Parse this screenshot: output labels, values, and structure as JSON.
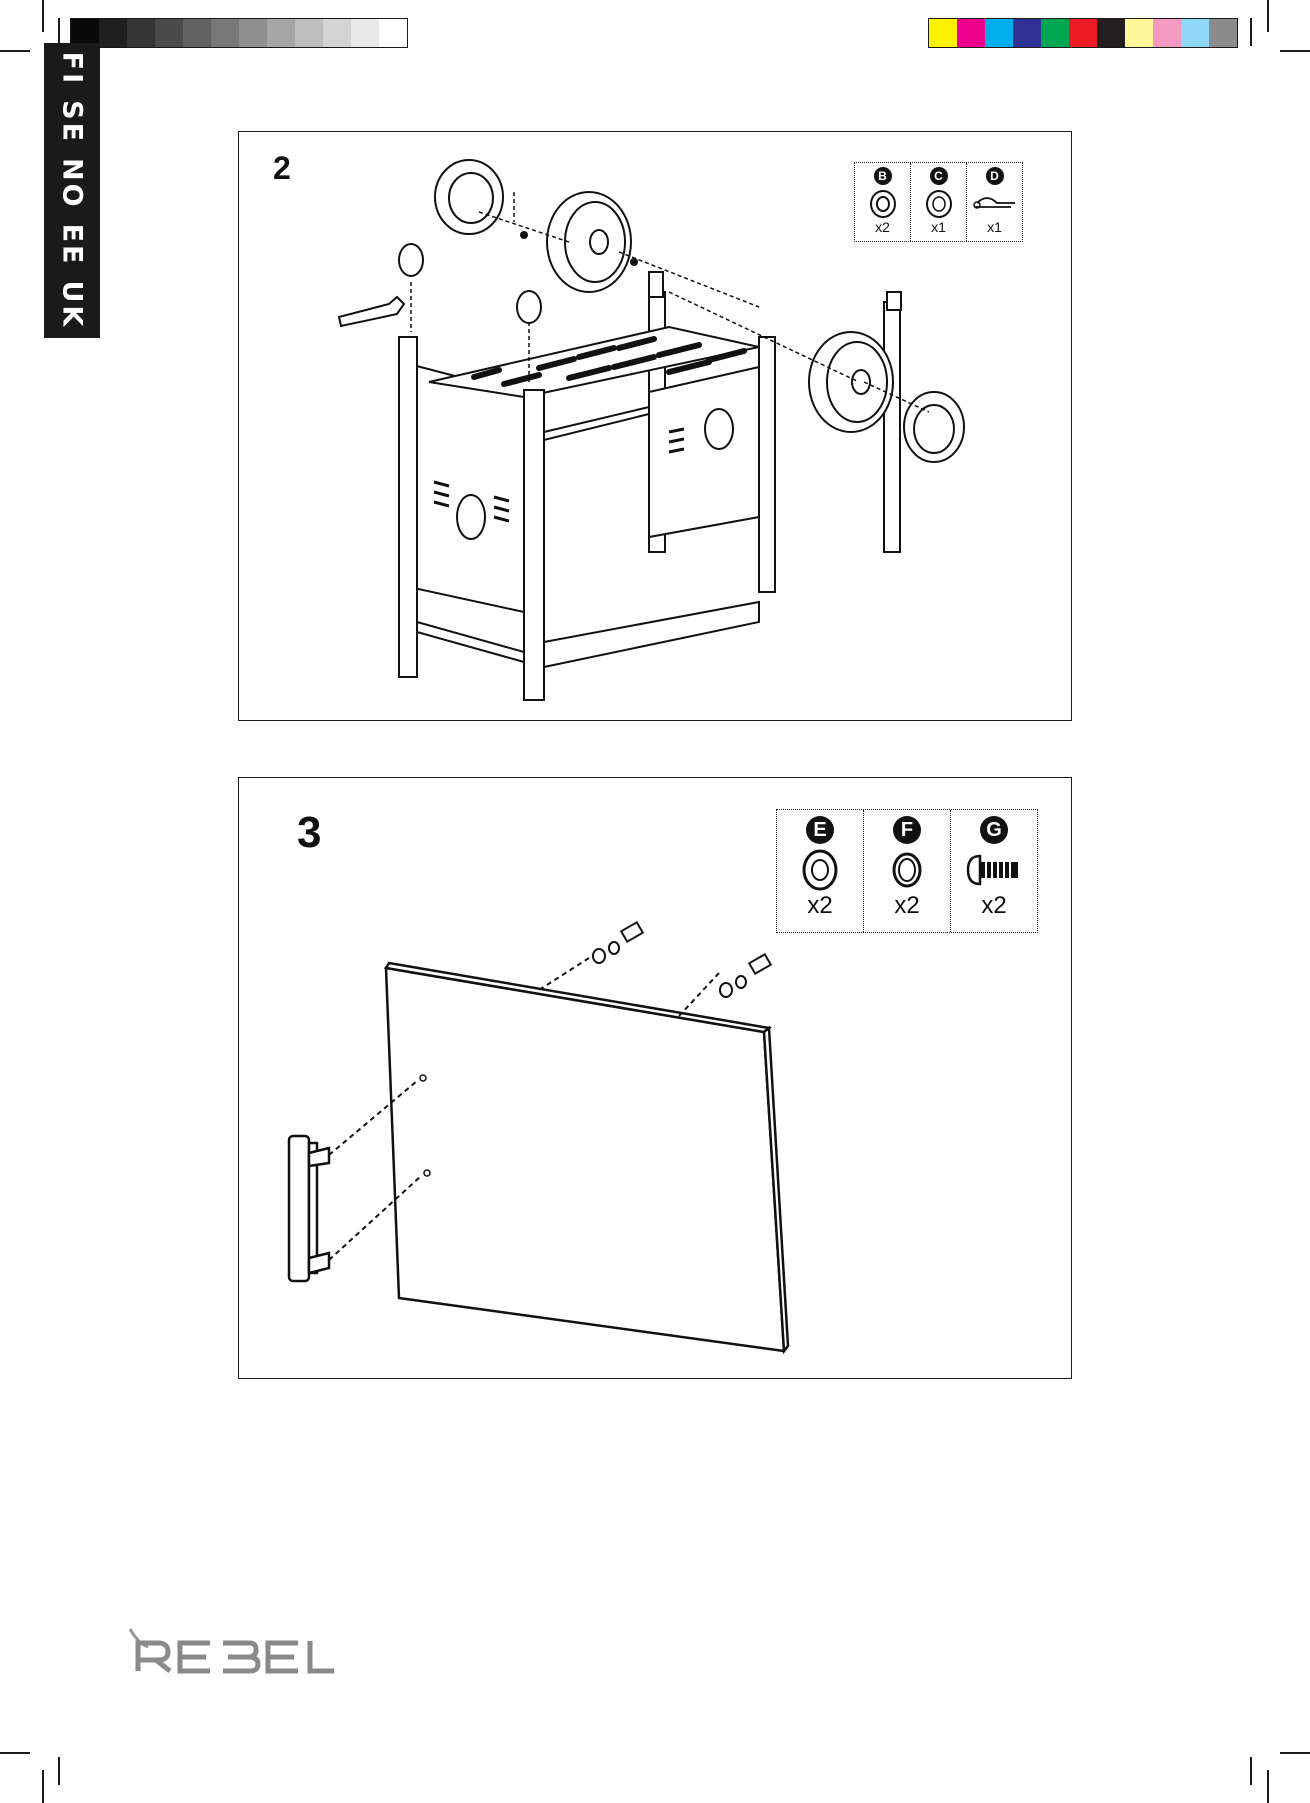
{
  "language_tab": {
    "codes": [
      "FI",
      "SE",
      "NO",
      "EE",
      "UK"
    ]
  },
  "color_bar": {
    "grays": [
      "#0a0a0a",
      "#1f1f1f",
      "#353535",
      "#4b4b4b",
      "#626262",
      "#787878",
      "#8f8f8f",
      "#a6a6a6",
      "#bdbdbd",
      "#d4d4d4",
      "#eaeaea",
      "#ffffff"
    ],
    "process": [
      "#fff200",
      "#ec008c",
      "#00aeef",
      "#2e3192",
      "#00a651",
      "#ed1c24",
      "#231f20",
      "#fff799",
      "#f49ac1",
      "#8fd8f8",
      "#8c8c8c"
    ]
  },
  "steps": [
    {
      "number": "2",
      "parts": [
        {
          "letter": "B",
          "qty": "x2",
          "icon": "washer-icon"
        },
        {
          "letter": "C",
          "qty": "x1",
          "icon": "washer-icon"
        },
        {
          "letter": "D",
          "qty": "x1",
          "icon": "r-clip-pin-icon"
        }
      ]
    },
    {
      "number": "3",
      "parts": [
        {
          "letter": "E",
          "qty": "x2",
          "icon": "flat-washer-icon"
        },
        {
          "letter": "F",
          "qty": "x2",
          "icon": "spring-washer-icon"
        },
        {
          "letter": "G",
          "qty": "x2",
          "icon": "bolt-icon"
        }
      ]
    }
  ],
  "brand": {
    "logo_text": "REBEL"
  }
}
